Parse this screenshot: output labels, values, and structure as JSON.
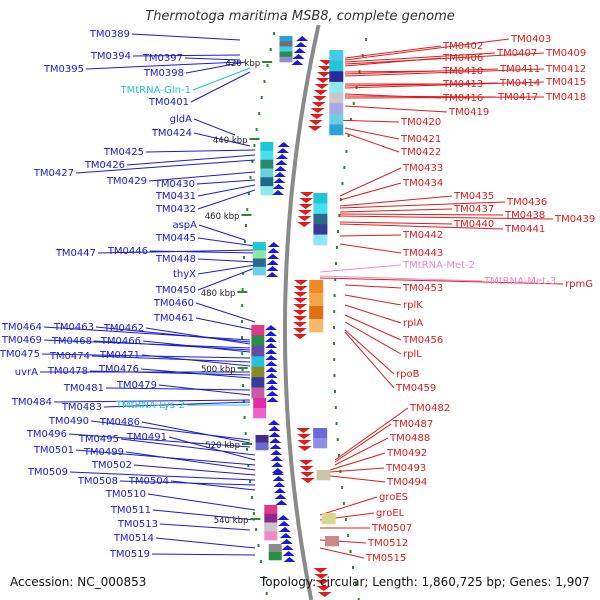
{
  "title": "Thermotoga maritima MSB8, complete genome",
  "footer": {
    "accession": "Accession: NC_000853",
    "topology": "Topology: circular; Length: 1,860,725 bp; Genes: 1,907"
  },
  "colors": {
    "left_gene": "#1a1ad6",
    "left_trna": "#22c4d8",
    "right_gene": "#e01b1b",
    "right_trna": "#f08ac8",
    "backbone": "#8a8a8a",
    "tick": "#2a8a2a"
  },
  "scale_labels": [
    "420 kbp",
    "440 kbp",
    "460 kbp",
    "480 kbp",
    "500 kbp",
    "520 kbp",
    "540 kbp"
  ],
  "left_labels": [
    {
      "t": "TM0389",
      "kind": "gene"
    },
    {
      "t": "TM0394",
      "kind": "gene"
    },
    {
      "t": "TM0397",
      "kind": "gene"
    },
    {
      "t": "TM0395",
      "kind": "gene"
    },
    {
      "t": "TM0398",
      "kind": "gene"
    },
    {
      "t": "TMtRNA-Gln-1",
      "kind": "trna"
    },
    {
      "t": "TM0401",
      "kind": "gene"
    },
    {
      "t": "gldA",
      "kind": "gene"
    },
    {
      "t": "TM0424",
      "kind": "gene"
    },
    {
      "t": "TM0425",
      "kind": "gene"
    },
    {
      "t": "TM0426",
      "kind": "gene"
    },
    {
      "t": "TM0427",
      "kind": "gene"
    },
    {
      "t": "TM0429",
      "kind": "gene"
    },
    {
      "t": "TM0430",
      "kind": "gene"
    },
    {
      "t": "TM0431",
      "kind": "gene"
    },
    {
      "t": "TM0432",
      "kind": "gene"
    },
    {
      "t": "aspA",
      "kind": "gene"
    },
    {
      "t": "TM0445",
      "kind": "gene"
    },
    {
      "t": "TM0447",
      "kind": "gene"
    },
    {
      "t": "TM0446",
      "kind": "gene"
    },
    {
      "t": "TM0448",
      "kind": "gene"
    },
    {
      "t": "thyX",
      "kind": "gene"
    },
    {
      "t": "TM0450",
      "kind": "gene"
    },
    {
      "t": "TM0460",
      "kind": "gene"
    },
    {
      "t": "TM0461",
      "kind": "gene"
    },
    {
      "t": "TM0464",
      "kind": "gene"
    },
    {
      "t": "TM0463",
      "kind": "gene"
    },
    {
      "t": "TM0462",
      "kind": "gene"
    },
    {
      "t": "TM0469",
      "kind": "gene"
    },
    {
      "t": "TM0468",
      "kind": "gene"
    },
    {
      "t": "TM0466",
      "kind": "gene"
    },
    {
      "t": "TM0475",
      "kind": "gene"
    },
    {
      "t": "TM0474",
      "kind": "gene"
    },
    {
      "t": "TM0471",
      "kind": "gene"
    },
    {
      "t": "uvrA",
      "kind": "gene"
    },
    {
      "t": "TM0478",
      "kind": "gene"
    },
    {
      "t": "TM0476",
      "kind": "gene"
    },
    {
      "t": "TM0481",
      "kind": "gene"
    },
    {
      "t": "TM0479",
      "kind": "gene"
    },
    {
      "t": "TM0484",
      "kind": "gene"
    },
    {
      "t": "TM0483",
      "kind": "gene"
    },
    {
      "t": "TMtRNA-Lys-2",
      "kind": "trna"
    },
    {
      "t": "TM0490",
      "kind": "gene"
    },
    {
      "t": "TM0486",
      "kind": "gene"
    },
    {
      "t": "TM0496",
      "kind": "gene"
    },
    {
      "t": "TM0495",
      "kind": "gene"
    },
    {
      "t": "TM0491",
      "kind": "gene"
    },
    {
      "t": "TM0501",
      "kind": "gene"
    },
    {
      "t": "TM0499",
      "kind": "gene"
    },
    {
      "t": "TM0502",
      "kind": "gene"
    },
    {
      "t": "TM0509",
      "kind": "gene"
    },
    {
      "t": "TM0508",
      "kind": "gene"
    },
    {
      "t": "TM0504",
      "kind": "gene"
    },
    {
      "t": "TM0510",
      "kind": "gene"
    },
    {
      "t": "TM0511",
      "kind": "gene"
    },
    {
      "t": "TM0513",
      "kind": "gene"
    },
    {
      "t": "TM0514",
      "kind": "gene"
    },
    {
      "t": "TM0519",
      "kind": "gene"
    }
  ],
  "right_labels": [
    {
      "t": "TM0403",
      "kind": "gene"
    },
    {
      "t": "TM0402",
      "kind": "gene"
    },
    {
      "t": "TM0407",
      "kind": "gene"
    },
    {
      "t": "TM0409",
      "kind": "gene"
    },
    {
      "t": "TM0406",
      "kind": "gene"
    },
    {
      "t": "TM0410",
      "kind": "gene"
    },
    {
      "t": "TM0411",
      "kind": "gene"
    },
    {
      "t": "TM0412",
      "kind": "gene"
    },
    {
      "t": "TM0413",
      "kind": "gene"
    },
    {
      "t": "TM0414",
      "kind": "gene"
    },
    {
      "t": "TM0415",
      "kind": "gene"
    },
    {
      "t": "TM0416",
      "kind": "gene"
    },
    {
      "t": "TM0417",
      "kind": "gene"
    },
    {
      "t": "TM0418",
      "kind": "gene"
    },
    {
      "t": "TM0419",
      "kind": "gene"
    },
    {
      "t": "TM0420",
      "kind": "gene"
    },
    {
      "t": "TM0421",
      "kind": "gene"
    },
    {
      "t": "TM0422",
      "kind": "gene"
    },
    {
      "t": "TM0433",
      "kind": "gene"
    },
    {
      "t": "TM0434",
      "kind": "gene"
    },
    {
      "t": "TM0435",
      "kind": "gene"
    },
    {
      "t": "TM0436",
      "kind": "gene"
    },
    {
      "t": "TM0437",
      "kind": "gene"
    },
    {
      "t": "TM0438",
      "kind": "gene"
    },
    {
      "t": "TM0439",
      "kind": "gene"
    },
    {
      "t": "TM0440",
      "kind": "gene"
    },
    {
      "t": "TM0441",
      "kind": "gene"
    },
    {
      "t": "TM0442",
      "kind": "gene"
    },
    {
      "t": "TM0443",
      "kind": "gene"
    },
    {
      "t": "TMtRNA-Met-2",
      "kind": "trna"
    },
    {
      "t": "TMtRNA-Met-3",
      "kind": "trna"
    },
    {
      "t": "rpmG",
      "kind": "gene"
    },
    {
      "t": "TM0453",
      "kind": "gene"
    },
    {
      "t": "rplK",
      "kind": "gene"
    },
    {
      "t": "rplA",
      "kind": "gene"
    },
    {
      "t": "TM0456",
      "kind": "gene"
    },
    {
      "t": "rplL",
      "kind": "gene"
    },
    {
      "t": "rpoB",
      "kind": "gene"
    },
    {
      "t": "TM0459",
      "kind": "gene"
    },
    {
      "t": "TM0482",
      "kind": "gene"
    },
    {
      "t": "TM0487",
      "kind": "gene"
    },
    {
      "t": "TM0488",
      "kind": "gene"
    },
    {
      "t": "TM0492",
      "kind": "gene"
    },
    {
      "t": "TM0493",
      "kind": "gene"
    },
    {
      "t": "TM0494",
      "kind": "gene"
    },
    {
      "t": "groES",
      "kind": "gene"
    },
    {
      "t": "groEL",
      "kind": "gene"
    },
    {
      "t": "TM0507",
      "kind": "gene"
    },
    {
      "t": "TM0512",
      "kind": "gene"
    },
    {
      "t": "TM0515",
      "kind": "gene"
    }
  ]
}
